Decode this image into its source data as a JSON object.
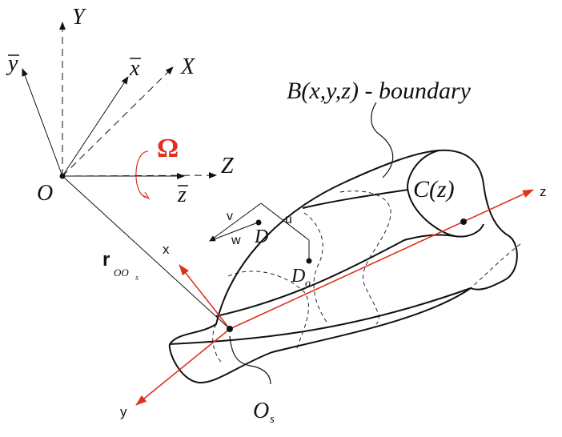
{
  "colors": {
    "ink": "#111111",
    "accent": "#e0301e"
  },
  "labels": {
    "Y": "Y",
    "X": "X",
    "Z": "Z",
    "O": "O",
    "ybar": "y",
    "xbar": "x",
    "zbar": "z",
    "omega": "Ω",
    "boundary": "B(x,y,z) - boundary",
    "contour": "C(z)",
    "z_body": "z",
    "x_body": "x",
    "y_body": "y",
    "r": "r",
    "r_sub": "OO",
    "r_sub2": "s",
    "u": "u",
    "v": "v",
    "w": "w",
    "D": "D",
    "Do": "D",
    "Do_sub": "o",
    "Os": "O",
    "Os_sub": "s"
  }
}
